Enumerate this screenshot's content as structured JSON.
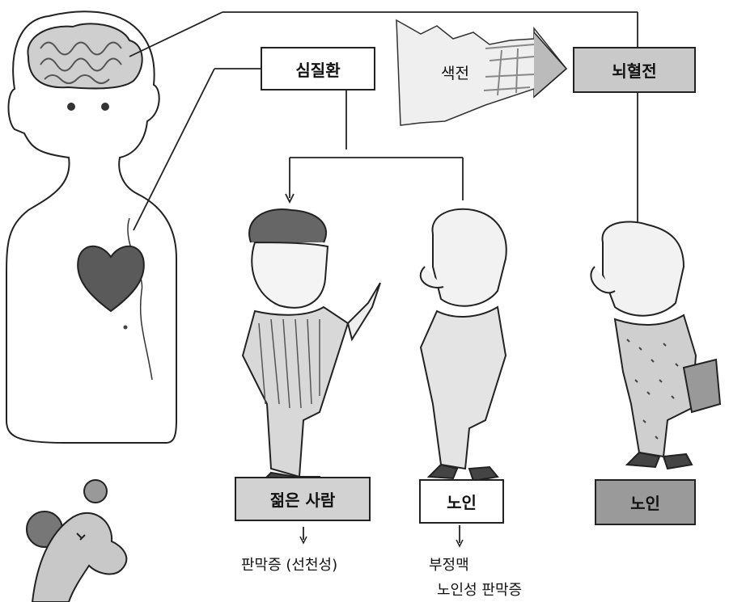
{
  "boxes": {
    "heart_disease": "심질환",
    "stroke": "뇌혈전",
    "young_person": "젊은 사람",
    "elderly_middle": "노인",
    "elderly_right": "노인"
  },
  "arrow_label": "색전",
  "outcomes": {
    "young": "판막증 (선천성)",
    "elderly_line1": "부정맥",
    "elderly_line2": "노인성 판막증"
  },
  "colors": {
    "ink": "#222222",
    "box_gray": "#c9c9c9",
    "box_dark": "#9a9a9a",
    "heart": "#5a5a5a",
    "skin": "#f2f2f2"
  }
}
